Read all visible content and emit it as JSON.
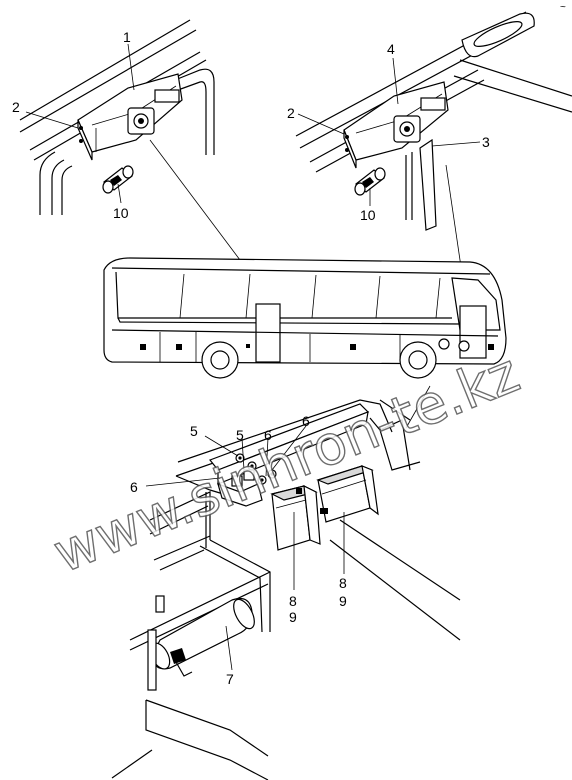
{
  "diagram": {
    "callouts": {
      "top_left": {
        "n1": "1",
        "n2": "2",
        "n10": "10"
      },
      "top_right": {
        "n4": "4",
        "n2": "2",
        "n3": "3",
        "n10": "10"
      },
      "bottom": {
        "n5a": "5",
        "n5b": "5",
        "n6a": "6",
        "n6b": "6",
        "n7": "7",
        "n8a": "8",
        "n9a": "9",
        "n8b": "8",
        "n9b": "9"
      }
    },
    "watermark": "www.sinhron-te.kz",
    "corner_mark": "~"
  }
}
